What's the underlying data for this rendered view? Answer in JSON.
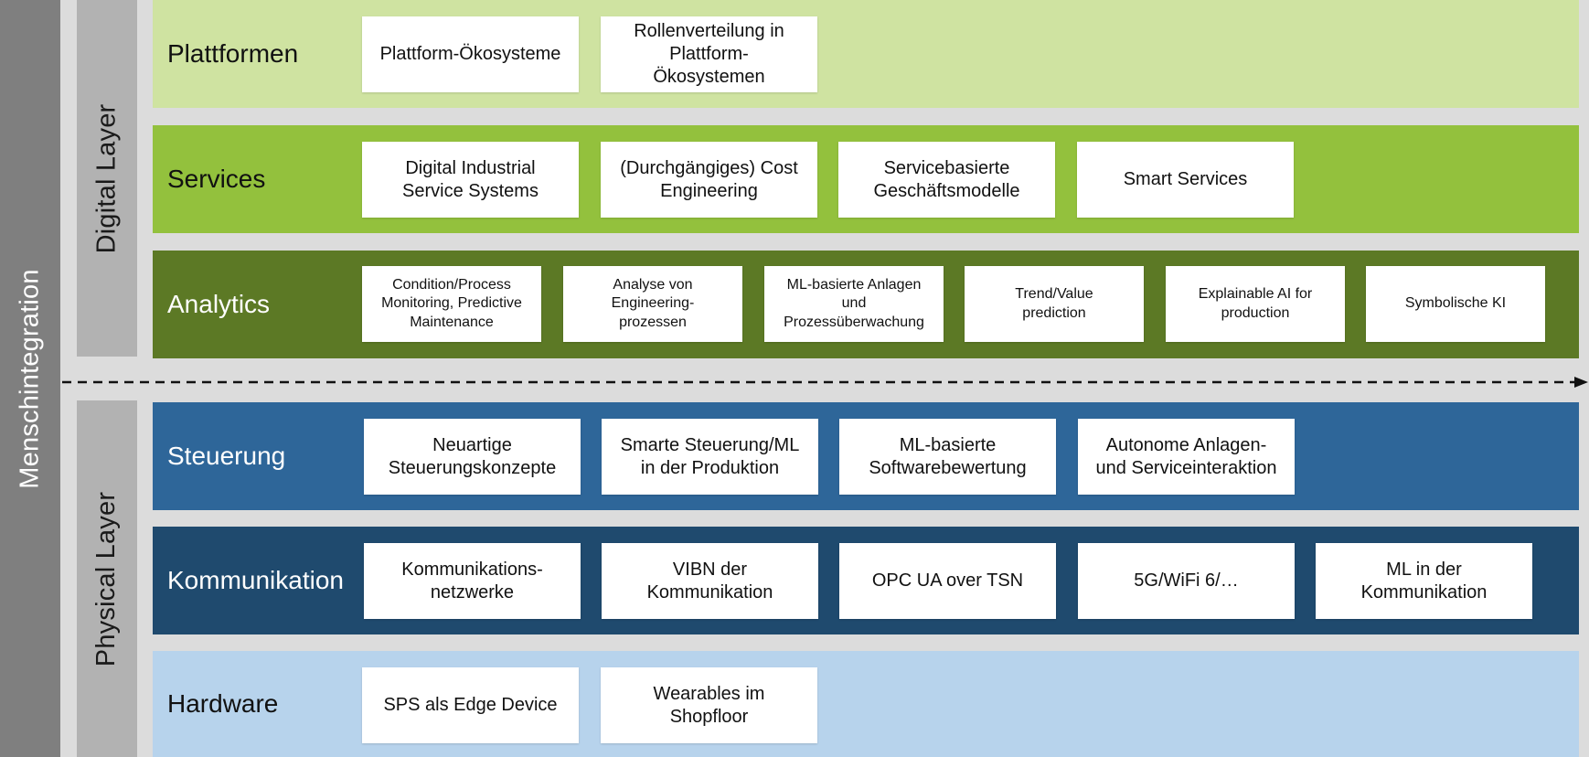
{
  "side_labels": {
    "human": "Menschintegration",
    "digital": "Digital Layer",
    "physical": "Physical Layer"
  },
  "colors": {
    "plattformen": "#cfe3a1",
    "services": "#93c13d",
    "analytics": "#5c7925",
    "steuerung": "#2e6699",
    "kommunikation": "#1f4a6e",
    "hardware": "#b7d3ec",
    "human_bar": "#7f7f7f",
    "layer_bar": "#b2b2b2",
    "background": "#dcdcdc"
  },
  "rows": [
    {
      "id": "plattformen",
      "label": "Plattformen",
      "cards": [
        "Plattform-Ökosysteme",
        "Rollenverteilung in\nPlattform-\nÖkosystemen"
      ]
    },
    {
      "id": "services",
      "label": "Services",
      "cards": [
        "Digital Industrial\nService Systems",
        "(Durchgängiges) Cost\nEngineering",
        "Servicebasierte\nGeschäftsmodelle",
        "Smart Services"
      ]
    },
    {
      "id": "analytics",
      "label": "Analytics",
      "cards": [
        "Condition/Process\nMonitoring, Predictive\nMaintenance",
        "Analyse von\nEngineering-\nprozessen",
        "ML-basierte Anlagen\nund\nProzessüberwachung",
        "Trend/Value\nprediction",
        "Explainable AI for\nproduction",
        "Symbolische KI"
      ]
    },
    {
      "id": "steuerung",
      "label": "Steuerung",
      "cards": [
        "Neuartige\nSteuerungskonzepte",
        "Smarte Steuerung/ML\nin der Produktion",
        "ML-basierte\nSoftwarebewertung",
        "Autonome Anlagen-\nund Serviceinteraktion"
      ]
    },
    {
      "id": "kommunikation",
      "label": "Kommunikation",
      "cards": [
        "Kommunikations-\nnetzwerke",
        "VIBN der\nKommunikation",
        "OPC UA over TSN",
        "5G/WiFi 6/…",
        "ML in der\nKommunikation"
      ]
    },
    {
      "id": "hardware",
      "label": "Hardware",
      "cards": [
        "SPS als Edge Device",
        "Wearables im\nShopfloor"
      ]
    }
  ]
}
